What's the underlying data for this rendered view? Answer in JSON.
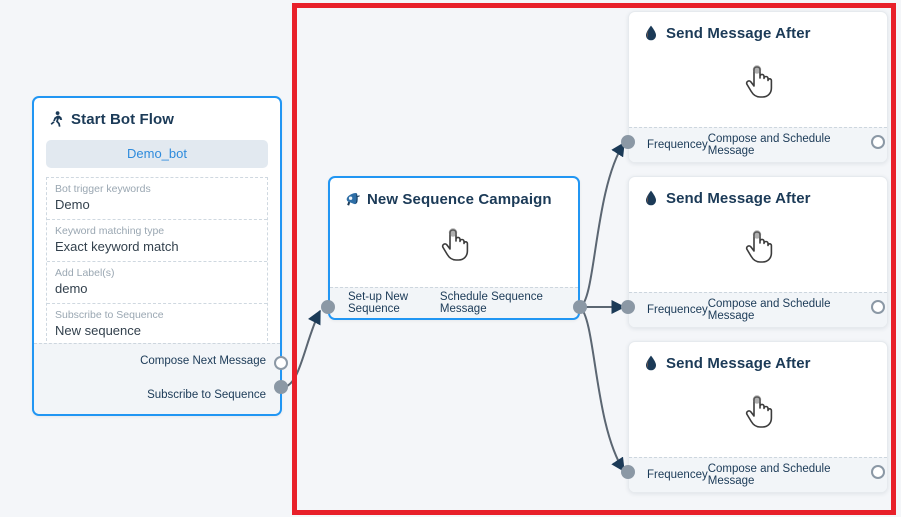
{
  "canvas": {
    "background_color": "#f4f6f9",
    "highlight_color": "#e8202a",
    "accent_color": "#2196f3",
    "port_color": "#8b98a5",
    "title_color": "#1b3a57"
  },
  "nodes": {
    "start_bot_flow": {
      "title": "Start Bot Flow",
      "icon": "running-person-icon",
      "bot_chip": "Demo_bot",
      "fields": [
        {
          "label": "Bot trigger keywords",
          "value": "Demo"
        },
        {
          "label": "Keyword matching type",
          "value": "Exact keyword match"
        },
        {
          "label": "Add Label(s)",
          "value": "demo"
        },
        {
          "label": "Subscribe to Sequence",
          "value": "New sequence"
        }
      ],
      "ports": [
        {
          "label": "Compose Next Message",
          "style": "hollow"
        },
        {
          "label": "Subscribe to Sequence",
          "style": "filled"
        }
      ]
    },
    "new_sequence_campaign": {
      "title": "New Sequence Campaign",
      "icon": "megaphone-icon",
      "body_icon": "hand-pointer-icon",
      "ports": {
        "input_label": "Set-up New Sequence",
        "output_label": "Schedule Sequence Message",
        "input_style": "filled",
        "output_style": "filled"
      }
    },
    "send_message_after": [
      {
        "title": "Send Message After",
        "icon": "droplet-icon",
        "body_icon": "hand-pointer-icon",
        "input_label": "Frequencey",
        "output_label": "Compose and Schedule Message",
        "input_style": "filled",
        "output_style": "hollow"
      },
      {
        "title": "Send Message After",
        "icon": "droplet-icon",
        "body_icon": "hand-pointer-icon",
        "input_label": "Frequencey",
        "output_label": "Compose and Schedule Message",
        "input_style": "filled",
        "output_style": "hollow"
      },
      {
        "title": "Send Message After",
        "icon": "droplet-icon",
        "body_icon": "hand-pointer-icon",
        "input_label": "Frequencey",
        "output_label": "Compose and Schedule Message",
        "input_style": "filled",
        "output_style": "hollow"
      }
    ]
  }
}
